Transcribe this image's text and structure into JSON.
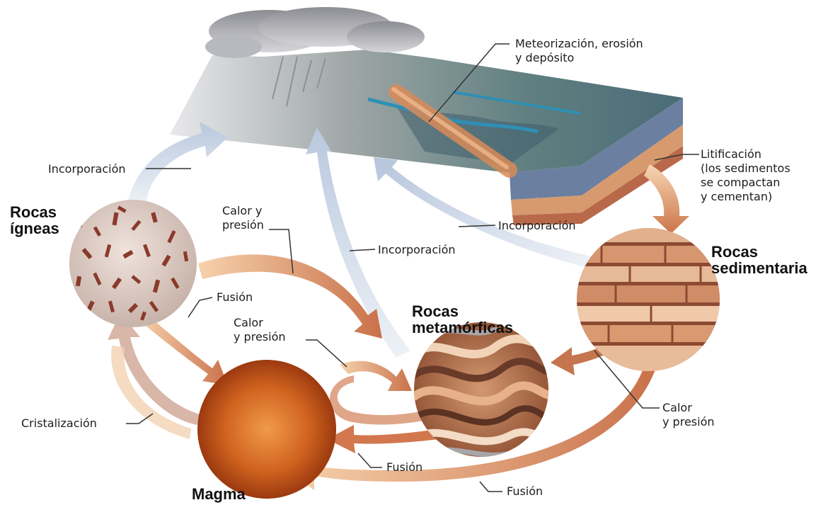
{
  "titles": {
    "igneous": "Rocas\nígneas",
    "sedimentary": "Rocas\nsedimentaria",
    "metamorphic": "Rocas\nmetamórficas",
    "magma": "Magma"
  },
  "labels": {
    "weathering": "Meteorización, erosión\ny depósito",
    "lithification": "Litificación\n(los sedimentos\nse compactan\ny cementan)",
    "uplift_left": "Incorporación",
    "uplift_mid": "Incorporación",
    "uplift_right": "Incorporación",
    "heat_pressure_top": "Calor y\npresión",
    "heat_pressure_mid": "Calor\ny presión",
    "heat_pressure_right": "Calor\ny presión",
    "melting_left": "Fusión",
    "melting_mid": "Fusión",
    "melting_bottom": "Fusión",
    "crystallization": "Cristalización"
  },
  "colors": {
    "arrow_warm": "#d9875a",
    "arrow_warm_light": "#f3c9a0",
    "arrow_cool": "#c8d4e6",
    "magma": "#c04a17",
    "sky_gray": "#9b9ca3",
    "water": "#2f8fb4"
  }
}
